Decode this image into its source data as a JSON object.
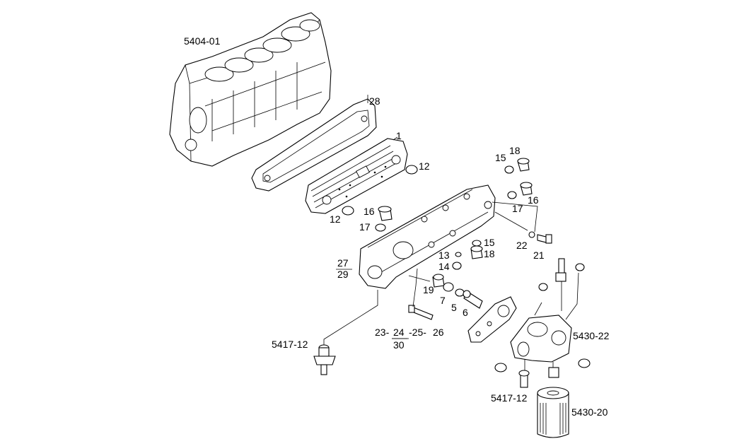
{
  "callouts": {
    "block": "5404-01",
    "gasket_28": "28",
    "cooler_1": "1",
    "oring_12a": "12",
    "oring_12b": "12",
    "washer_15a": "15",
    "plug_18a": "18",
    "washer_17a": "17",
    "plug_16a": "16",
    "plug_16b": "16",
    "washer_17b": "17",
    "num_27": "27",
    "num_29": "29",
    "washer_15b": "15",
    "plug_18b": "18",
    "washer_13": "13",
    "plug_14": "14",
    "washer_22": "22",
    "bolt_21": "21",
    "fitting_19": "19",
    "washer_7": "7",
    "washer_5": "5",
    "sensor_6": "6",
    "seq_23": "23-",
    "seq_24": "24",
    "seq_25": "-25-",
    "seq_26": "26",
    "num_30": "30",
    "sender_left": "5417-12",
    "filter_head": "5430-22",
    "sender_bottom": "5417-12",
    "filter": "5430-20"
  }
}
